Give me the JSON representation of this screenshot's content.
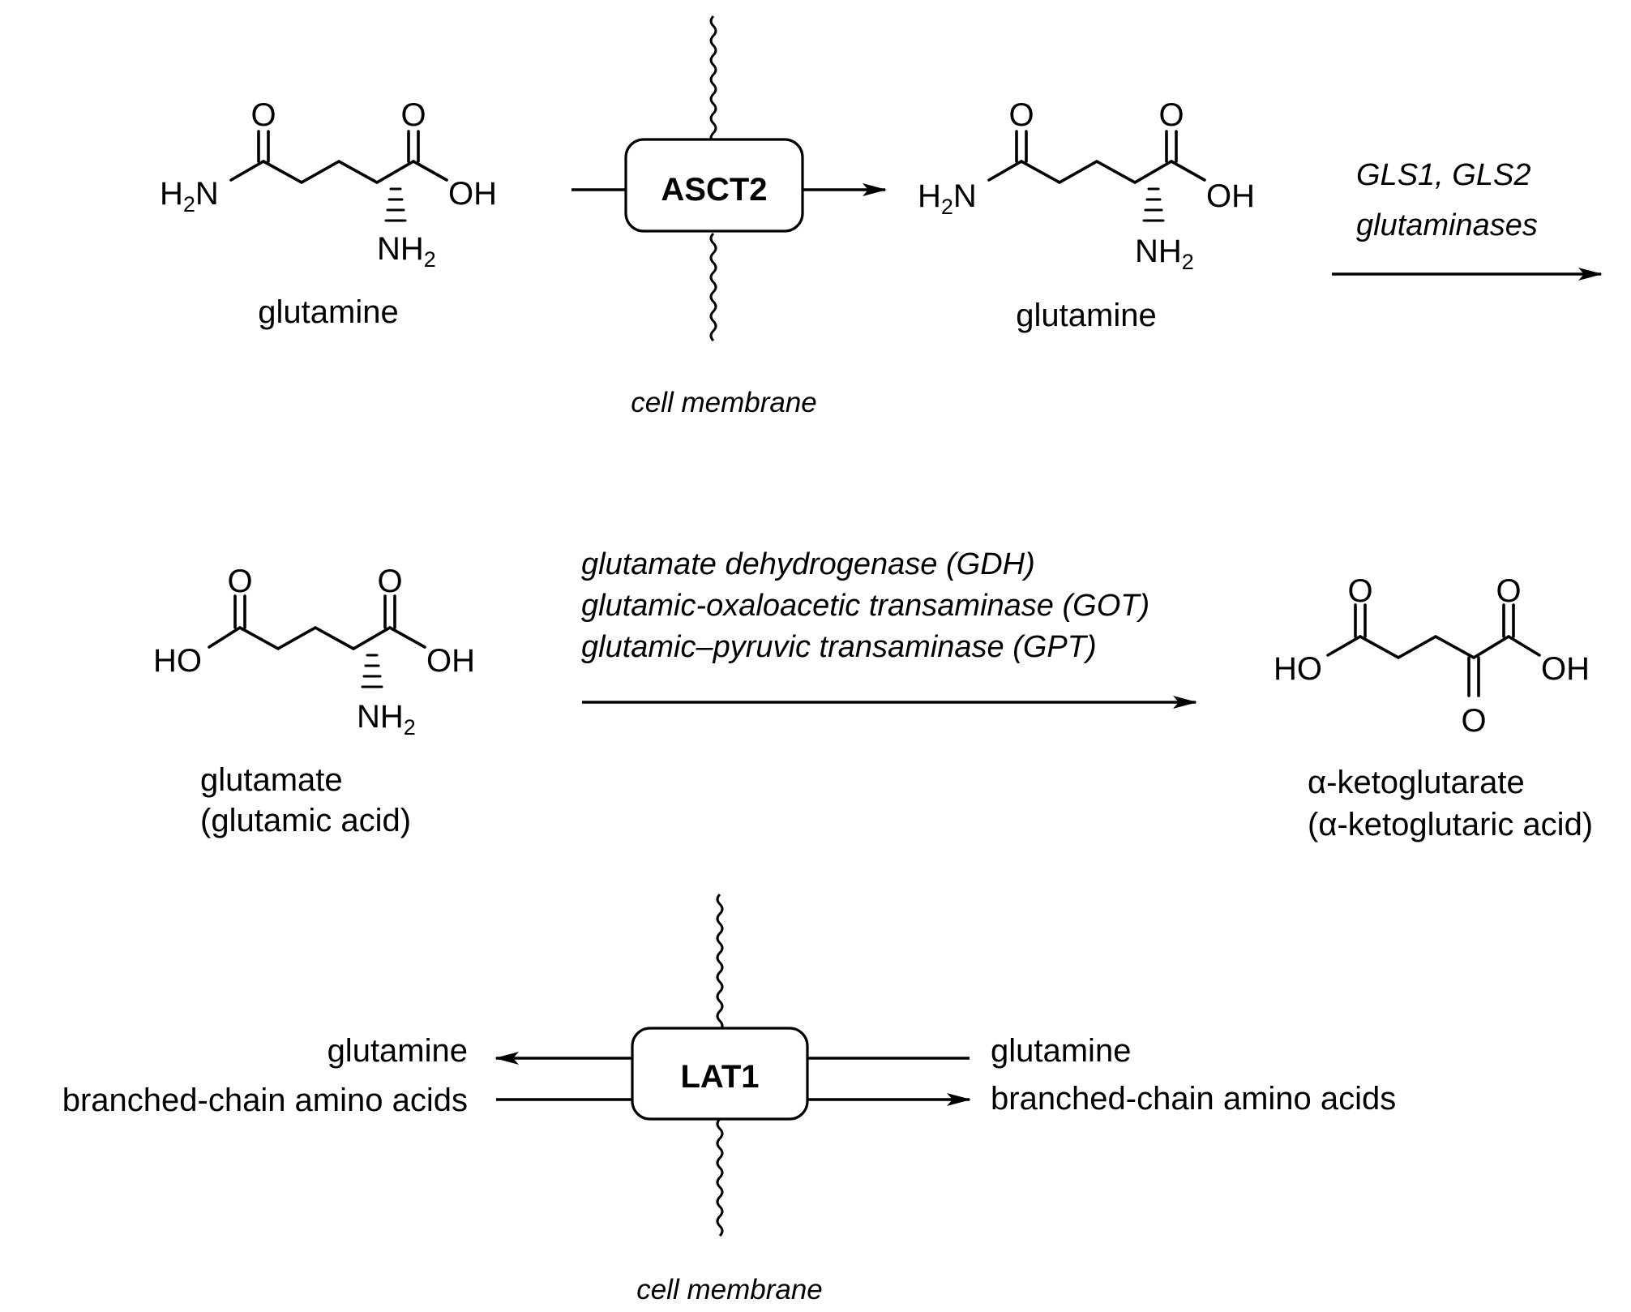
{
  "colors": {
    "transporter_text": "#7a1448",
    "ink": "#000000",
    "background": "#ffffff"
  },
  "atoms": {
    "O": "O",
    "OH": "OH",
    "HO": "HO",
    "H2N_H": "H",
    "H2N_N": "N",
    "NH2_NH": "NH",
    "sub_2": "2"
  },
  "molecules": {
    "glutamine_outside": {
      "name": "glutamine"
    },
    "glutamine_inside": {
      "name": "glutamine"
    },
    "glutamate": {
      "name_line1": "glutamate",
      "name_line2": "(glutamic acid)"
    },
    "alpha_ketoglutarate": {
      "name_line1": "α-ketoglutarate",
      "name_line2": "(α-ketoglutaric acid)"
    }
  },
  "transporters": {
    "asct2": {
      "label": "ASCT2"
    },
    "lat1": {
      "label": "LAT1"
    }
  },
  "membrane": {
    "top_label": "cell membrane",
    "bottom_label": "cell membrane"
  },
  "reactions": {
    "glutaminase": {
      "line1": "GLS1, GLS2",
      "line2": "glutaminases"
    },
    "glutamate_conversion": {
      "line1": "glutamate dehydrogenase (GDH)",
      "line2": "glutamic-oxaloacetic transaminase (GOT)",
      "line3": "glutamic–pyruvic transaminase (GPT)"
    }
  },
  "lat1_exchange": {
    "left_top": "glutamine",
    "left_bottom": "branched-chain amino acids",
    "right_top": "glutamine",
    "right_bottom": "branched-chain amino acids"
  }
}
